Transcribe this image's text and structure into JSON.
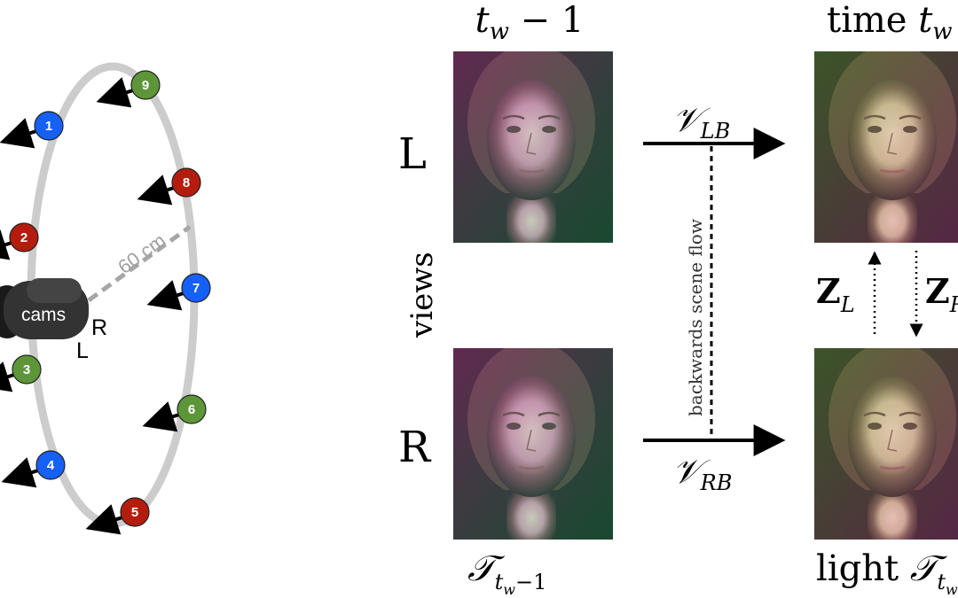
{
  "colors": {
    "background": "#ffffff",
    "rig": "#cccccc",
    "blue": "#1560f5",
    "green": "#5d9638",
    "red": "#b41c0e",
    "cam_body": "#333333",
    "arrow": "#000000"
  },
  "rig": {
    "lights": [
      {
        "label": "1",
        "color": "blue"
      },
      {
        "label": "2",
        "color": "red"
      },
      {
        "label": "3",
        "color": "green"
      },
      {
        "label": "4",
        "color": "blue"
      },
      {
        "label": "5",
        "color": "red"
      },
      {
        "label": "6",
        "color": "green"
      },
      {
        "label": "7",
        "color": "blue"
      },
      {
        "label": "8",
        "color": "red"
      },
      {
        "label": "9",
        "color": "green"
      }
    ],
    "cams_label": "cams",
    "cam_r_label": "R",
    "cam_l_label": "L",
    "distance_label": "60 cm"
  },
  "header": {
    "prev_time": "t_w − 1",
    "curr_time": "time t_w"
  },
  "rows": {
    "axis_label": "views",
    "top_label": "L",
    "bottom_label": "R"
  },
  "arrows": {
    "top_label": "V_LB",
    "bottom_label": "V_RB",
    "scene_flow_label": "backwards scene flow",
    "z_left_label": "Z_L",
    "z_right_label": "Z_R"
  },
  "footer": {
    "prev_light": "T_{t_w −1}",
    "curr_light": "light T_{t_w}"
  },
  "images": [
    {
      "name": "face-prev-left",
      "icon": "face-image"
    },
    {
      "name": "face-prev-right",
      "icon": "face-image"
    },
    {
      "name": "face-curr-left",
      "icon": "face-image"
    },
    {
      "name": "face-curr-right",
      "icon": "face-image"
    }
  ]
}
